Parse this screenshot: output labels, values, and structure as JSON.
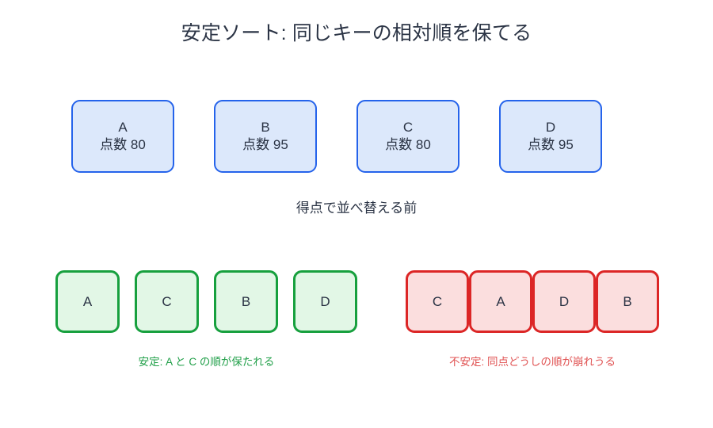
{
  "diagram": {
    "title": "安定ソート: 同じキーの相対順を保てる",
    "before": {
      "caption": "得点で並べ替える前",
      "score_label": "点数",
      "items": [
        {
          "name": "A",
          "score": "80",
          "score_text": "点数 80"
        },
        {
          "name": "B",
          "score": "95",
          "score_text": "点数 95"
        },
        {
          "name": "C",
          "score": "80",
          "score_text": "点数 80"
        },
        {
          "name": "D",
          "score": "95",
          "score_text": "点数 95"
        }
      ]
    },
    "stable": {
      "note": "安定: A と C の順が保たれる",
      "items": [
        {
          "name": "A"
        },
        {
          "name": "C"
        },
        {
          "name": "B"
        },
        {
          "name": "D"
        }
      ]
    },
    "unstable": {
      "note": "不安定: 同点どうしの順が崩れうる",
      "items": [
        {
          "name": "C"
        },
        {
          "name": "A"
        },
        {
          "name": "D"
        },
        {
          "name": "B"
        }
      ]
    },
    "colors": {
      "background": "#ffffff",
      "text": "#2b3445",
      "before_fill": "#dce8fb",
      "before_border": "#2563eb",
      "stable_fill": "#e2f7e6",
      "stable_border": "#17a03e",
      "stable_note": "#22a04a",
      "unstable_fill": "#fbdede",
      "unstable_border": "#dc2626",
      "unstable_note": "#e05252"
    }
  }
}
